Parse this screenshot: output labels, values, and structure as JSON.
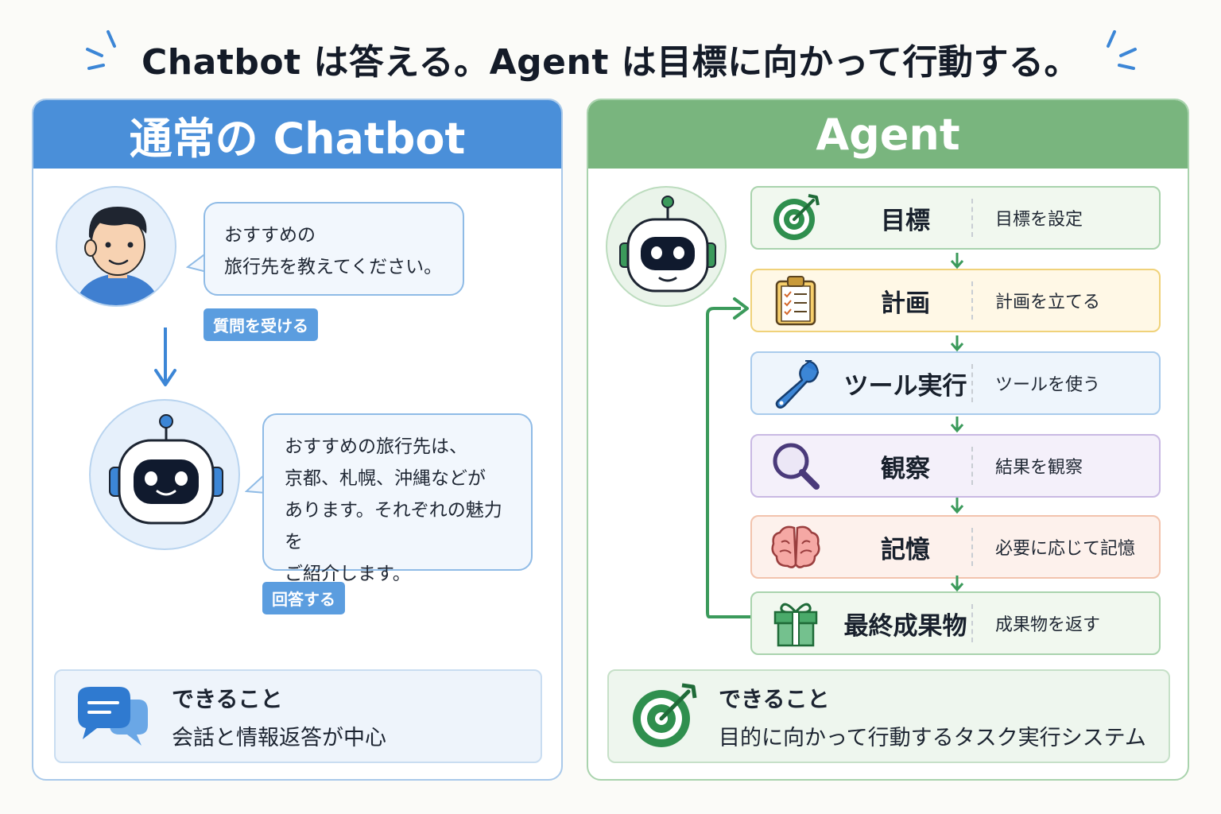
{
  "title": "Chatbot は答える。Agent は目標に向かって行動する。",
  "chatbot": {
    "header": "通常の Chatbot",
    "user_bubble": [
      "おすすめの",
      "旅行先を教えてください。"
    ],
    "tag_question": "質問を受ける",
    "bot_bubble": [
      "おすすめの旅行先は、",
      "京都、札幌、沖縄などが",
      "あります。それぞれの魅力を",
      "ご紹介します。"
    ],
    "tag_answer": "回答する",
    "summary_title": "できること",
    "summary_body": "会話と情報返答が中心"
  },
  "agent": {
    "header": "Agent",
    "steps": [
      {
        "label": "目標",
        "desc": "目標を設定",
        "icon": "target-icon",
        "color": "#f1f8ef",
        "border": "#a9d3ad"
      },
      {
        "label": "計画",
        "desc": "計画を立てる",
        "icon": "clipboard-icon",
        "color": "#fff8e6",
        "border": "#f0d27a"
      },
      {
        "label": "ツール実行",
        "desc": "ツールを使う",
        "icon": "wrench-icon",
        "color": "#eef5fc",
        "border": "#a9cbec"
      },
      {
        "label": "観察",
        "desc": "結果を観察",
        "icon": "magnifier-icon",
        "color": "#f4f0fa",
        "border": "#c9b9e3"
      },
      {
        "label": "記憶",
        "desc": "必要に応じて記憶",
        "icon": "brain-icon",
        "color": "#fdf1ec",
        "border": "#f2c3ad"
      },
      {
        "label": "最終成果物",
        "desc": "成果物を返す",
        "icon": "gift-icon",
        "color": "#f1f8ef",
        "border": "#a9d3ad"
      }
    ],
    "summary_title": "できること",
    "summary_body": "目的に向かって行動するタスク実行システム"
  },
  "colors": {
    "chatbot_accent": "#4a8fd9",
    "agent_accent": "#79b57e",
    "flow_arrow": "#3b9a5b"
  }
}
